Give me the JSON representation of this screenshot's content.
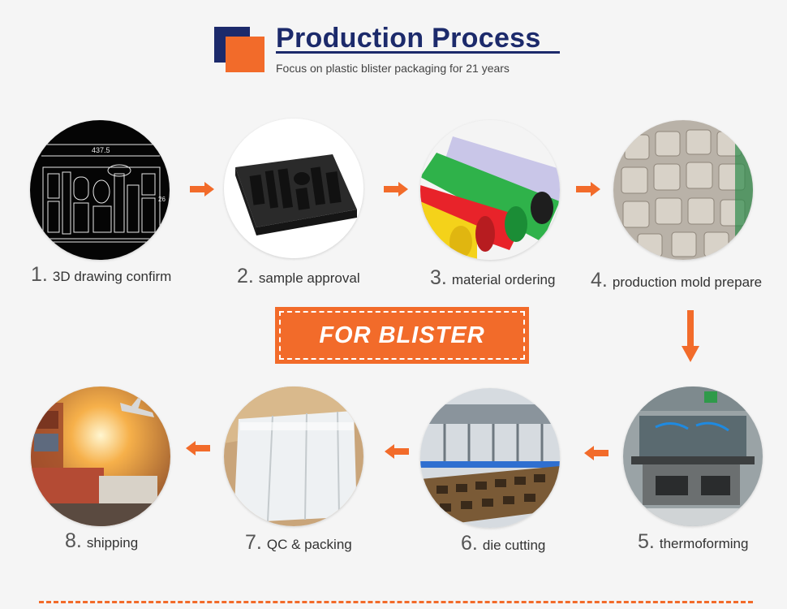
{
  "header": {
    "title": "Production Process",
    "subtitle": "Focus on plastic blister packaging for 21 years"
  },
  "banner": {
    "text": "FOR BLISTER"
  },
  "colors": {
    "accent": "#f26b2a",
    "navy": "#1c2a6b"
  },
  "steps": [
    {
      "num": "1",
      "label": "3D drawing confirm",
      "image": "cad-drawing-image",
      "drawing_dimension": "437.5",
      "drawing_side_label": "26"
    },
    {
      "num": "2",
      "label": "sample approval",
      "image": "foam-tray-image"
    },
    {
      "num": "3",
      "label": "material ordering",
      "image": "plastic-rolls-image"
    },
    {
      "num": "4",
      "label": "production mold prepare",
      "image": "mold-image"
    },
    {
      "num": "5",
      "label": "thermoforming",
      "image": "thermoforming-machine-image"
    },
    {
      "num": "6",
      "label": "die cutting",
      "image": "die-cutting-image"
    },
    {
      "num": "7",
      "label": "QC & packing",
      "image": "packing-box-image"
    },
    {
      "num": "8",
      "label": "shipping",
      "image": "shipping-image"
    }
  ]
}
